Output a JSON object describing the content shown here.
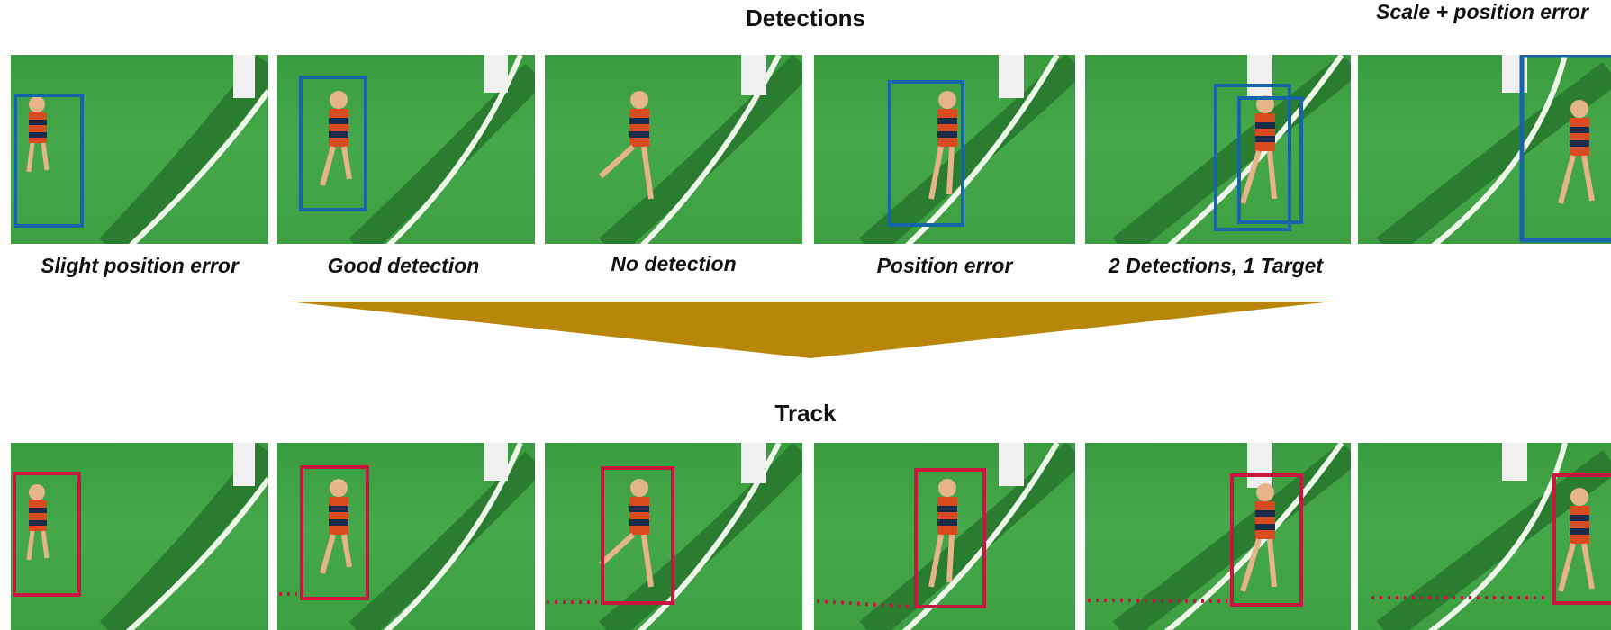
{
  "detections": {
    "title": "Detections",
    "box_color": "#1565a8",
    "frames": [
      {
        "caption": "Slight position error"
      },
      {
        "caption": "Good detection"
      },
      {
        "caption": "No detection"
      },
      {
        "caption": "Position error"
      },
      {
        "caption": "2 Detections, 1 Target"
      },
      {
        "caption": "Scale + position error"
      }
    ]
  },
  "arrow": {
    "color": "#b8860b"
  },
  "track": {
    "title": "Track",
    "box_color": "#c8163e",
    "trail_color": "#c8163e"
  },
  "colors": {
    "field": "#3fa044",
    "line": "#e9f3e6",
    "jersey_a": "#d84b1e",
    "jersey_b": "#1d2b4a",
    "skin": "#e5b48a"
  }
}
